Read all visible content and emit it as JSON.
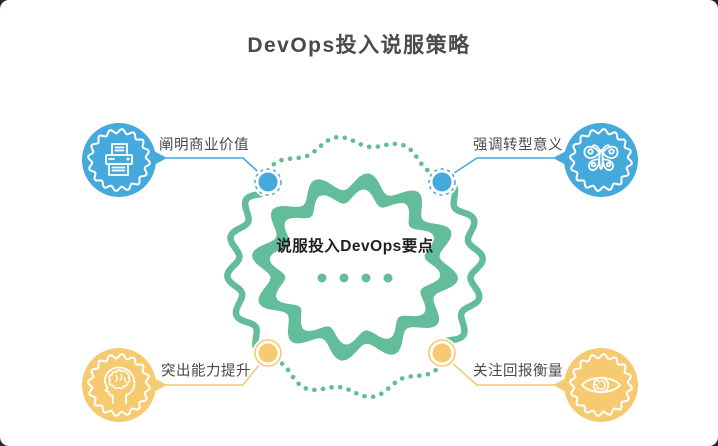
{
  "title": "DevOps投入说服策略",
  "center": {
    "label": "说服投入DevOps要点",
    "dot_count": 4
  },
  "nodes": [
    {
      "label": "阐明商业价值",
      "icon": "printer-icon",
      "position": "top-left"
    },
    {
      "label": "强调转型意义",
      "icon": "butterfly-icon",
      "position": "top-right"
    },
    {
      "label": "突出能力提升",
      "icon": "head-brain-icon",
      "position": "bottom-left"
    },
    {
      "label": "关注回报衡量",
      "icon": "eye-icon",
      "position": "bottom-right"
    }
  ],
  "colors": {
    "green": "#63BD9A",
    "blue": "#45AADB",
    "yellow": "#F6CA70",
    "text": "#4A4A4A",
    "center_text": "#1F1F1F",
    "background": "#FFFFFF"
  }
}
